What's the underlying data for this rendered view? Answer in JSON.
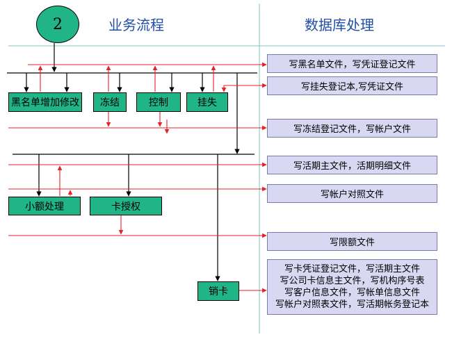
{
  "step_number": "2",
  "headers": {
    "business": "业务流程",
    "database": "数据库处理"
  },
  "process_boxes": {
    "blacklist": "黑名单增加修改",
    "freeze": "冻结",
    "control": "控制",
    "report_loss": "挂失",
    "small_amount": "小额处理",
    "card_auth": "卡授权",
    "cancel_card": "销卡"
  },
  "db_boxes": {
    "db1": "写黑名单文件，写凭证登记文件",
    "db2": "写挂失登记本,写凭证文件",
    "db3": "写冻结登记文件，写帐户文件",
    "db4": "写活期主文件，活期明细文件",
    "db5": "写帐户对照文件",
    "db6": "写限额文件",
    "db7_lines": [
      "写卡凭证登记文件，写活期主文件",
      "写公司卡信息主文件，写机构序号表",
      "写客户信息文件，写帐单信息文件",
      "写帐户对照表文件，写活期帐务登记本"
    ]
  },
  "colors": {
    "process_fill": "#21b486",
    "db_fill": "#d8d8f2",
    "header_text": "#1f4ea8",
    "divider": "#7fc8c0",
    "arrow_red": "#e8202a"
  }
}
